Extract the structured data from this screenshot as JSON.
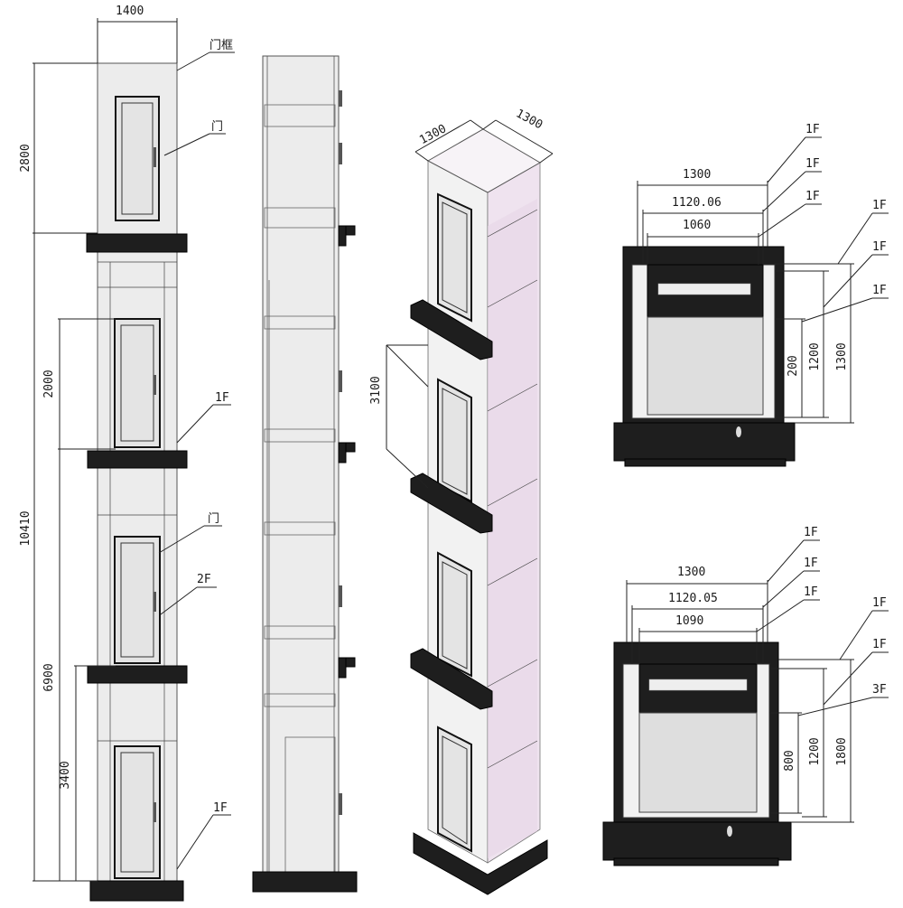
{
  "front_elevation": {
    "width": "1400",
    "top_height": "2800",
    "total_height": "10410",
    "floor_spacing": "2000",
    "third_height": "6900",
    "second_height": "3400",
    "label_frame": "门框",
    "label_door_top": "门",
    "label_1f_mid": "1F",
    "label_door_mid": "门",
    "label_2f": "2F",
    "label_1f_bottom": "1F"
  },
  "isometric": {
    "width_left": "1300",
    "width_right": "1300",
    "floor_height": "3100"
  },
  "plan_top": {
    "outer": "1300",
    "mid": "1120.06",
    "inner": "1060",
    "h_small": "200",
    "h_mid": "1200",
    "h_large": "1300",
    "callouts": [
      "1F",
      "1F",
      "1F",
      "1F",
      "1F",
      "1F"
    ]
  },
  "plan_bottom": {
    "outer": "1300",
    "mid": "1120.05",
    "inner": "1090",
    "h_small": "800",
    "h_mid": "1200",
    "h_large": "1800",
    "callouts": [
      "1F",
      "1F",
      "1F",
      "1F",
      "1F",
      "3F"
    ]
  }
}
